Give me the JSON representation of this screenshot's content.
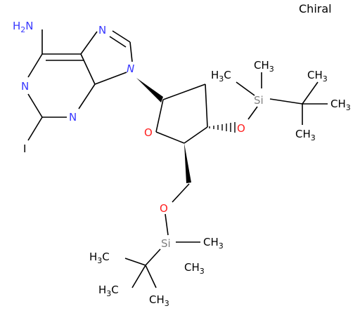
{
  "stereo_flag": "Chiral",
  "atoms": {
    "amine_h2n": "H2N",
    "n_pyrimidine_upper": "N",
    "n_pyrimidine_lower": "N",
    "n_imidazole_top": "N",
    "n_imidazole_9": "N",
    "iodine": "I",
    "o_ring": "O",
    "o_3prime": "O",
    "o_5prime": "O",
    "si_upper": "Si",
    "si_lower": "Si",
    "ch3_upper_a": "H3C",
    "ch3_upper_b": "CH3",
    "ch3_upper_c": "CH3",
    "ch3_upper_d": "CH3",
    "ch3_upper_e": "CH3",
    "ch3_lower_a": "H3C",
    "ch3_lower_b": "CH3",
    "ch3_lower_c": "CH3",
    "ch3_lower_d": "H3C",
    "ch3_lower_e": "CH3"
  },
  "colors": {
    "nitrogen": "#3838ff",
    "oxygen": "#ff1f1f",
    "carbon": "#000000",
    "silicon": "#808080",
    "iodine": "#000000"
  }
}
